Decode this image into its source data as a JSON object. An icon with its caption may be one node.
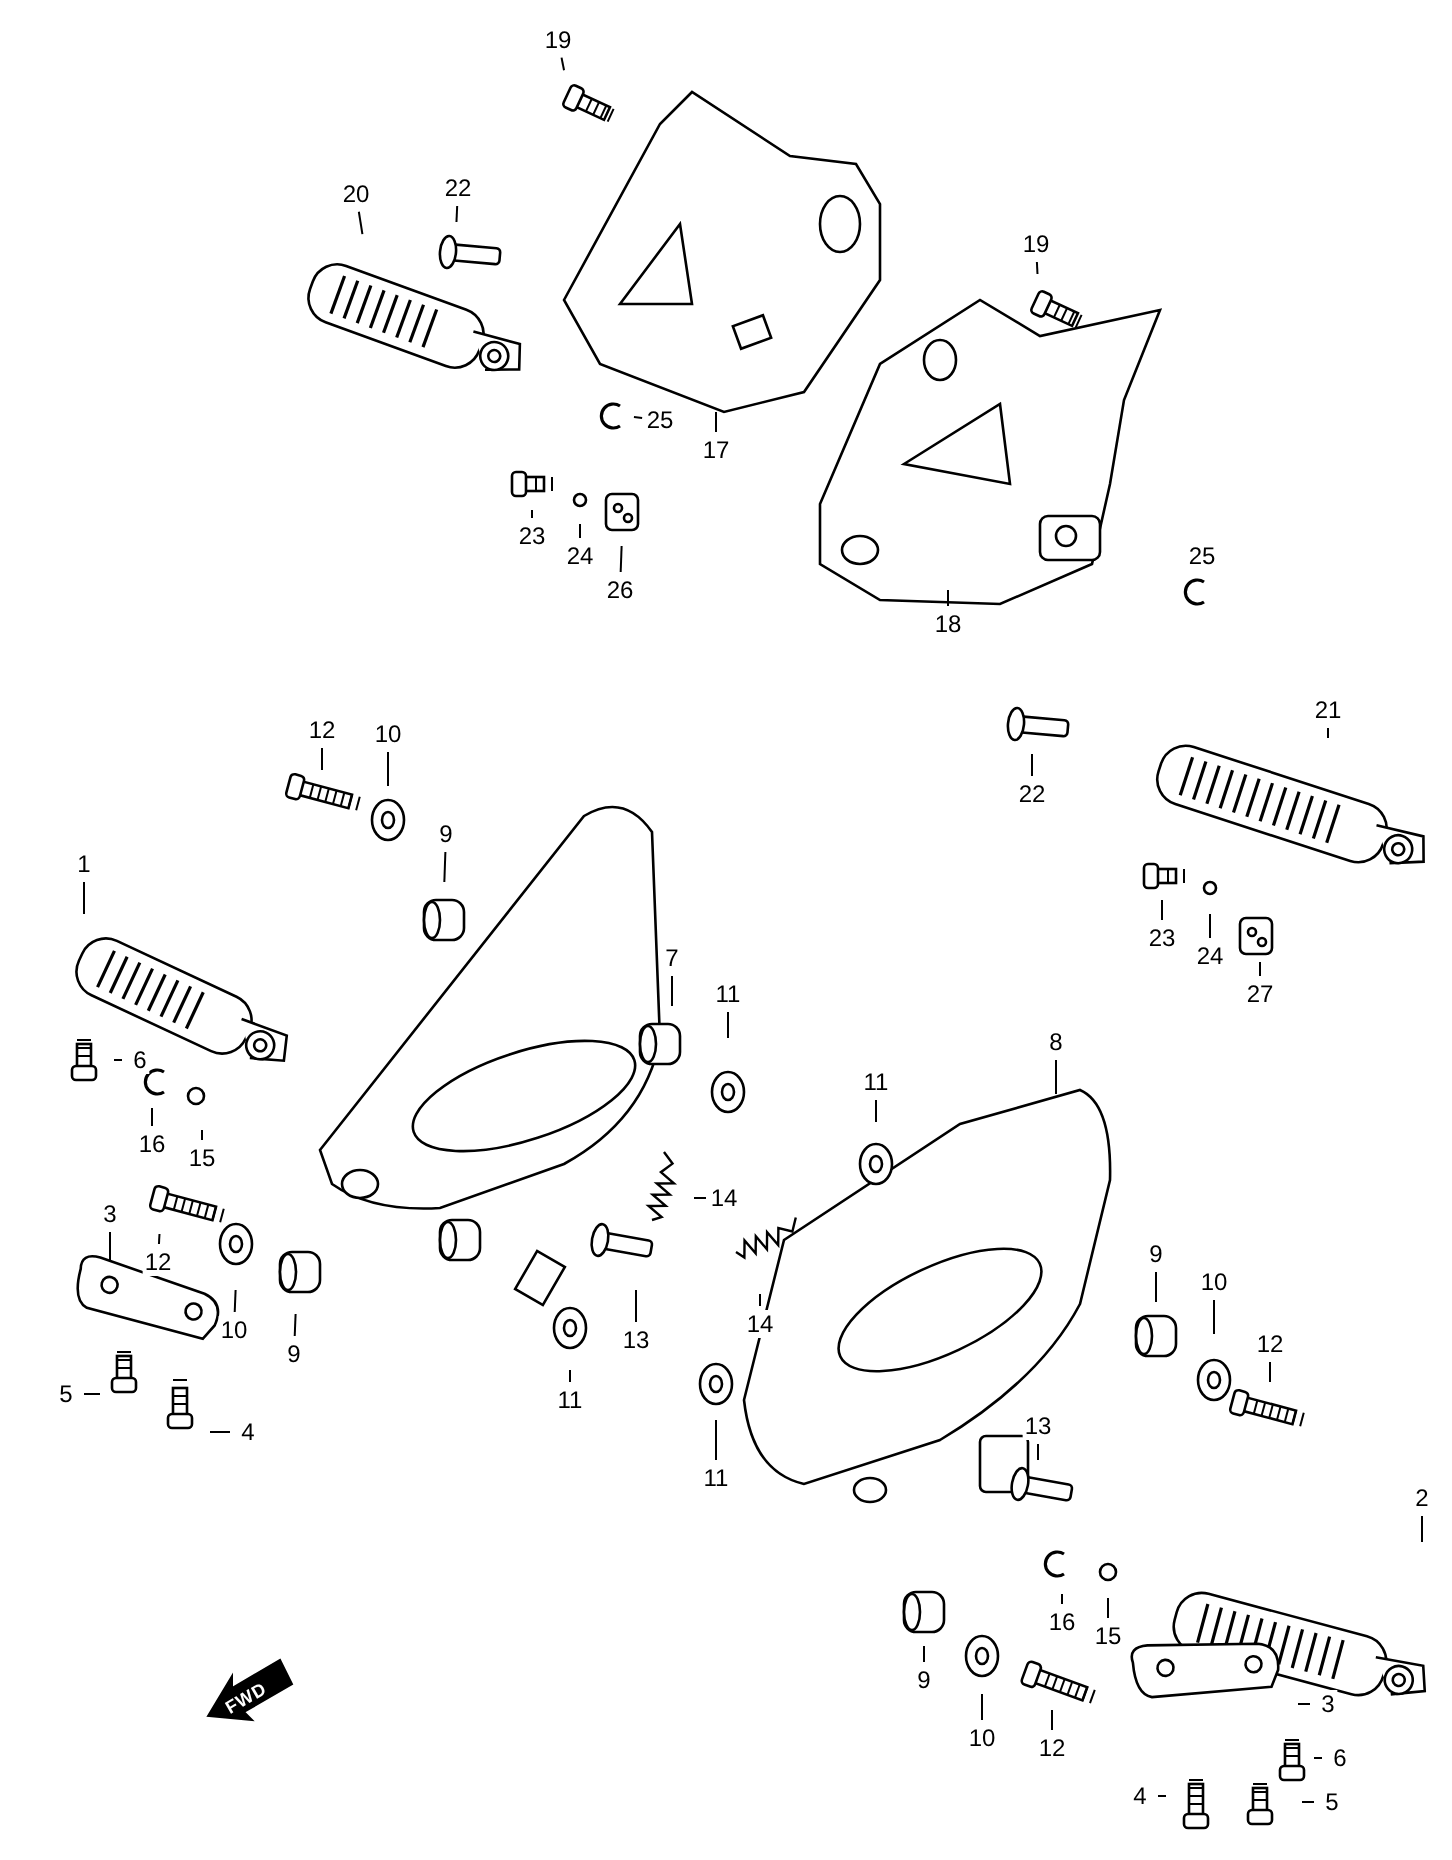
{
  "diagram": {
    "nodes": [
      {
        "text": [
          "19"
        ]
      },
      {
        "text": [
          "22"
        ]
      },
      {
        "text": [
          "20"
        ]
      },
      {
        "text": [
          "25"
        ]
      },
      {
        "text": [
          "17"
        ]
      },
      {
        "text": [
          "23"
        ]
      },
      {
        "text": [
          "24"
        ]
      },
      {
        "text": [
          "26"
        ]
      },
      {
        "text": [
          "19"
        ]
      },
      {
        "text": [
          "25"
        ]
      },
      {
        "text": [
          "18"
        ]
      },
      {
        "text": [
          "22"
        ]
      },
      {
        "text": [
          "21"
        ]
      },
      {
        "text": [
          "23"
        ]
      },
      {
        "text": [
          "24"
        ]
      },
      {
        "text": [
          "27"
        ]
      },
      {
        "text": [
          "12"
        ]
      },
      {
        "text": [
          "10"
        ]
      },
      {
        "text": [
          "9"
        ]
      },
      {
        "text": [
          "1"
        ]
      },
      {
        "text": [
          "7"
        ]
      },
      {
        "text": [
          "11"
        ]
      },
      {
        "text": [
          "6"
        ]
      },
      {
        "text": [
          "16"
        ]
      },
      {
        "text": [
          "15"
        ]
      },
      {
        "text": [
          "14"
        ]
      },
      {
        "text": [
          "3"
        ]
      },
      {
        "text": [
          "12"
        ]
      },
      {
        "text": [
          "10"
        ]
      },
      {
        "text": [
          "9"
        ]
      },
      {
        "text": [
          "13"
        ]
      },
      {
        "text": [
          "11"
        ]
      },
      {
        "text": [
          "5"
        ]
      },
      {
        "text": [
          "4"
        ]
      },
      {
        "text": [
          "8"
        ]
      },
      {
        "text": [
          "11"
        ]
      },
      {
        "text": [
          "9"
        ]
      },
      {
        "text": [
          "10"
        ]
      },
      {
        "text": [
          "12"
        ]
      },
      {
        "text": [
          "14"
        ]
      },
      {
        "text": [
          "11"
        ]
      },
      {
        "text": [
          "13"
        ]
      },
      {
        "text": [
          "16"
        ]
      },
      {
        "text": [
          "15"
        ]
      },
      {
        "text": [
          "2"
        ]
      },
      {
        "text": [
          "9"
        ]
      },
      {
        "text": [
          "10"
        ]
      },
      {
        "text": [
          "3"
        ]
      },
      {
        "text": [
          "12"
        ]
      },
      {
        "text": [
          "6"
        ]
      },
      {
        "text": [
          "4"
        ]
      },
      {
        "text": [
          "5"
        ]
      }
    ],
    "edges": [
      {
        "from": 0,
        "to": null,
        "arrow": "none"
      },
      {
        "from": 1,
        "to": null,
        "arrow": "none"
      },
      {
        "from": 2,
        "to": null,
        "arrow": "none"
      },
      {
        "from": 3,
        "to": null,
        "arrow": "none"
      },
      {
        "from": 4,
        "to": null,
        "arrow": "none"
      },
      {
        "from": 5,
        "to": null,
        "arrow": "none"
      },
      {
        "from": 6,
        "to": null,
        "arrow": "none"
      },
      {
        "from": 7,
        "to": null,
        "arrow": "none"
      },
      {
        "from": 8,
        "to": null,
        "arrow": "none"
      },
      {
        "from": 9,
        "to": null,
        "arrow": "none"
      },
      {
        "from": 10,
        "to": null,
        "arrow": "none"
      },
      {
        "from": 11,
        "to": null,
        "arrow": "none"
      },
      {
        "from": 12,
        "to": null,
        "arrow": "none"
      },
      {
        "from": 13,
        "to": null,
        "arrow": "none"
      },
      {
        "from": 14,
        "to": null,
        "arrow": "none"
      },
      {
        "from": 15,
        "to": null,
        "arrow": "none"
      },
      {
        "from": 16,
        "to": null,
        "arrow": "none"
      },
      {
        "from": 17,
        "to": null,
        "arrow": "none"
      },
      {
        "from": 18,
        "to": null,
        "arrow": "none"
      },
      {
        "from": 19,
        "to": null,
        "arrow": "none"
      },
      {
        "from": 20,
        "to": null,
        "arrow": "none"
      },
      {
        "from": 21,
        "to": null,
        "arrow": "none"
      },
      {
        "from": 22,
        "to": null,
        "arrow": "none"
      },
      {
        "from": 23,
        "to": null,
        "arrow": "none"
      },
      {
        "from": 24,
        "to": null,
        "arrow": "none"
      },
      {
        "from": 25,
        "to": null,
        "arrow": "none"
      },
      {
        "from": 26,
        "to": null,
        "arrow": "none"
      },
      {
        "from": 27,
        "to": null,
        "arrow": "none"
      },
      {
        "from": 28,
        "to": null,
        "arrow": "none"
      },
      {
        "from": 29,
        "to": null,
        "arrow": "none"
      },
      {
        "from": 30,
        "to": null,
        "arrow": "none"
      },
      {
        "from": 31,
        "to": null,
        "arrow": "none"
      },
      {
        "from": 32,
        "to": null,
        "arrow": "none"
      },
      {
        "from": 33,
        "to": null,
        "arrow": "none"
      },
      {
        "from": 34,
        "to": null,
        "arrow": "none"
      },
      {
        "from": 35,
        "to": null,
        "arrow": "none"
      },
      {
        "from": 36,
        "to": null,
        "arrow": "none"
      },
      {
        "from": 37,
        "to": null,
        "arrow": "none"
      },
      {
        "from": 38,
        "to": null,
        "arrow": "none"
      },
      {
        "from": 39,
        "to": null,
        "arrow": "none"
      },
      {
        "from": 40,
        "to": null,
        "arrow": "none"
      },
      {
        "from": 41,
        "to": null,
        "arrow": "none"
      },
      {
        "from": 42,
        "to": null,
        "arrow": "none"
      },
      {
        "from": 43,
        "to": null,
        "arrow": "none"
      },
      {
        "from": 44,
        "to": null,
        "arrow": "none"
      },
      {
        "from": 45,
        "to": null,
        "arrow": "none"
      },
      {
        "from": 46,
        "to": null,
        "arrow": "none"
      },
      {
        "from": 47,
        "to": null,
        "arrow": "none"
      },
      {
        "from": 48,
        "to": null,
        "arrow": "none"
      },
      {
        "from": 49,
        "to": null,
        "arrow": "none"
      },
      {
        "from": 50,
        "to": null,
        "arrow": "none"
      },
      {
        "from": 51,
        "to": null,
        "arrow": "none"
      }
    ],
    "labels": [
      "FWD"
    ]
  }
}
